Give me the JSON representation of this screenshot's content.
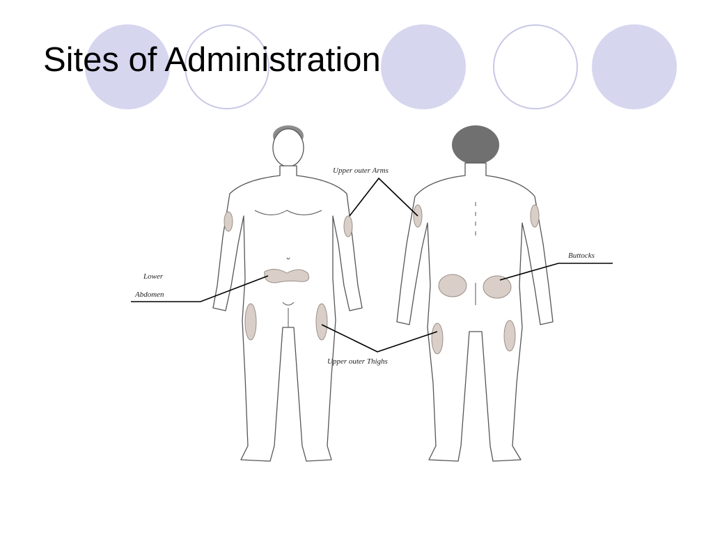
{
  "slide": {
    "title": "Sites of Administration"
  },
  "theme": {
    "circle_fill": "#d6d6ef",
    "circle_stroke": "#c8c8e6",
    "text": "#000000"
  },
  "figure": {
    "labels": {
      "upper_outer_arms": "Upper outer Arms",
      "buttocks": "Buttocks",
      "lower_abdomen_line1": "Lower",
      "lower_abdomen_line2": "Abdomen",
      "upper_outer_thighs": "Upper outer Thighs"
    }
  }
}
